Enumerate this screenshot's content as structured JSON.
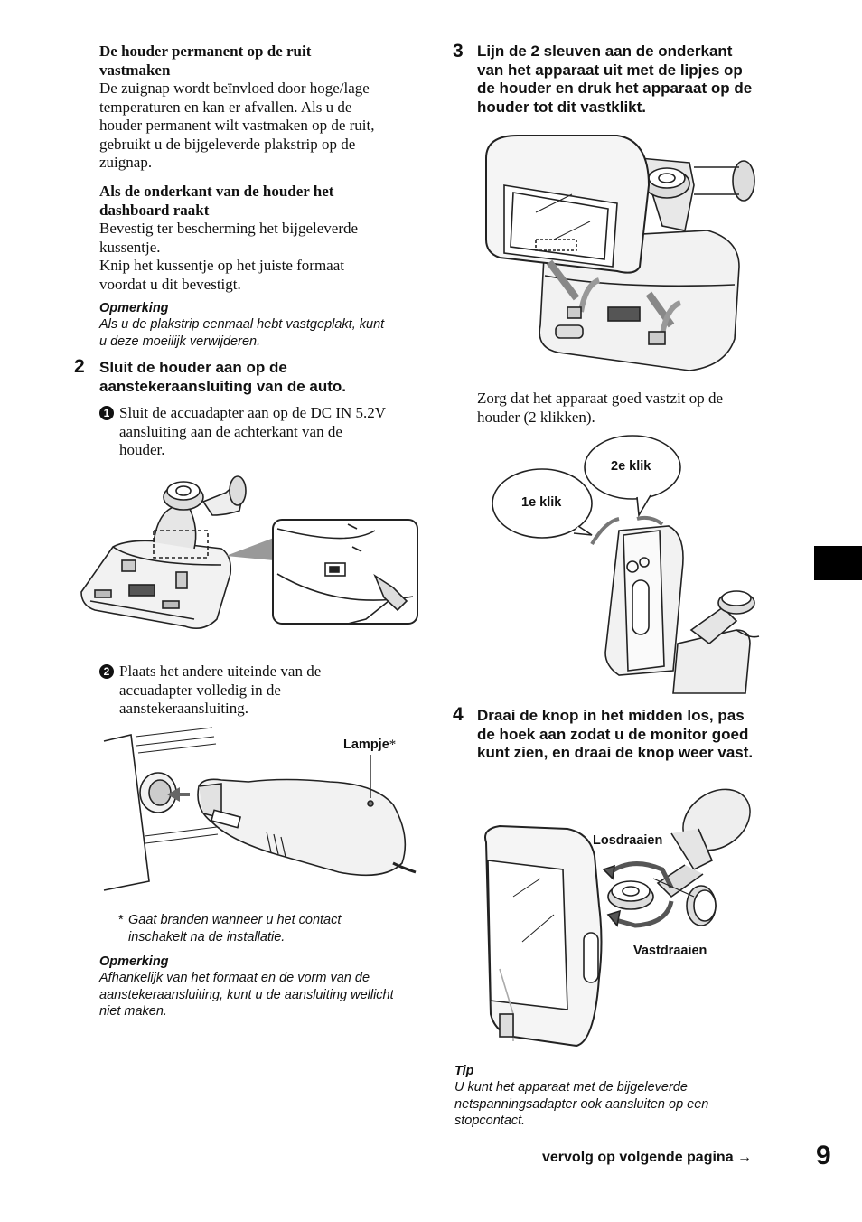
{
  "left": {
    "sec1": {
      "title": "De houder permanent op de ruit\nvastmaken",
      "body": "De zuignap wordt beïnvloed door hoge/lage\ntemperaturen en kan er afvallen. Als u de\nhouder permanent wilt vastmaken op de ruit,\ngebruikt u de bijgeleverde plakstrip op de\nzuignap."
    },
    "sec2": {
      "title": "Als de onderkant van de houder het\ndashboard raakt",
      "body": "Bevestig ter bescherming het bijgeleverde\nkussentje.\nKnip het kussentje op het juiste formaat\nvoordat u dit bevestigt."
    },
    "note1": {
      "heading": "Opmerking",
      "text": "Als u de plakstrip eenmaal hebt vastgeplakt, kunt\nu deze moeilijk verwijderen."
    },
    "step2": {
      "number": "2",
      "title": "Sluit de houder aan op de\naanstekeraansluiting van de auto.",
      "item1_marker": "1",
      "item1": "Sluit de accuadapter aan op de DC IN 5.2V\naansluiting aan de achterkant van de\nhouder.",
      "item2_marker": "2",
      "item2": "Plaats het andere uiteinde van de\naccuadapter volledig in de\naanstekeraansluiting."
    },
    "lamp_label": "Lampje",
    "lamp_asterisk": "*",
    "footnote_marker": "*",
    "footnote": "Gaat branden wanneer u het contact\ninschakelt na de installatie.",
    "note2": {
      "heading": "Opmerking",
      "text": "Afhankelijk van het formaat en de vorm van de\naanstekeraansluiting, kunt u de aansluiting wellicht\nniet maken."
    }
  },
  "right": {
    "step3": {
      "number": "3",
      "title": "Lijn de 2 sleuven aan de onderkant\nvan het apparaat uit met de lipjes op\nde houder en druk het apparaat op de\nhouder tot dit vastklikt.",
      "caption": "Zorg dat het apparaat goed vastzit op de\nhouder (2 klikken)."
    },
    "click1": "1e klik",
    "click2": "2e klik",
    "step4": {
      "number": "4",
      "title": "Draai de knop in het midden los, pas\nde hoek aan zodat u de monitor goed\nkunt zien, en draai de knop weer vast."
    },
    "loosen_label": "Losdraaien",
    "tighten_label": "Vastdraaien",
    "tip": {
      "heading": "Tip",
      "text": "U kunt het apparaat met de bijgeleverde\nnetspanningsadapter ook aansluiten op een\nstopcontact."
    }
  },
  "footer": {
    "continued": "vervolg op volgende pagina",
    "arrow": "→",
    "page_number": "9"
  }
}
